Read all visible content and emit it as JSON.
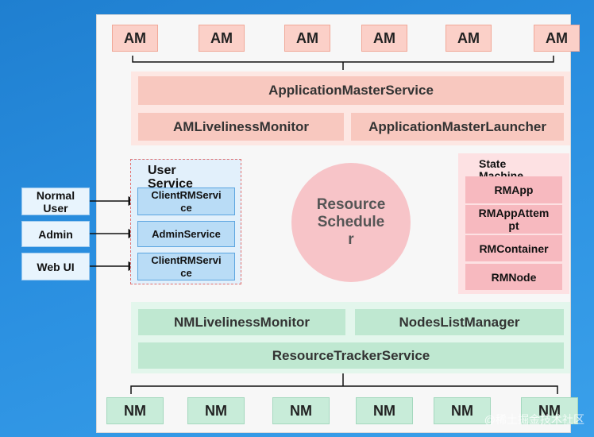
{
  "am_nodes": [
    "AM",
    "AM",
    "AM",
    "AM",
    "AM",
    "AM"
  ],
  "am_section": {
    "top": "ApplicationMasterService",
    "left": "AMLivelinessMonitor",
    "right": "ApplicationMasterLauncher"
  },
  "user_service": {
    "title": "User\nService",
    "services": [
      "ClientRMService",
      "AdminService",
      "ClientRMService"
    ]
  },
  "clients": [
    "Normal\nUser",
    "Admin",
    "Web UI"
  ],
  "scheduler": "Resource\nSchedule\nr",
  "state_machine": {
    "title": "State\nMachine",
    "items": [
      "RMApp",
      "RMAppAttempt",
      "RMContainer",
      "RMNode"
    ]
  },
  "nm_section": {
    "left": "NMLivelinessMonitor",
    "right": "NodesListManager",
    "bottom": "ResourceTrackerService"
  },
  "nm_nodes": [
    "NM",
    "NM",
    "NM",
    "NM",
    "NM",
    "NM"
  ],
  "watermark": "@稀土掘金技术社区",
  "colors": {
    "background": "#2a8fe0",
    "am": "#fbd0c8",
    "nm": "#c8ecd9",
    "user_service": "#b9dcf6",
    "scheduler": "#f7c4c8",
    "state_machine": "#f7b9bf"
  }
}
